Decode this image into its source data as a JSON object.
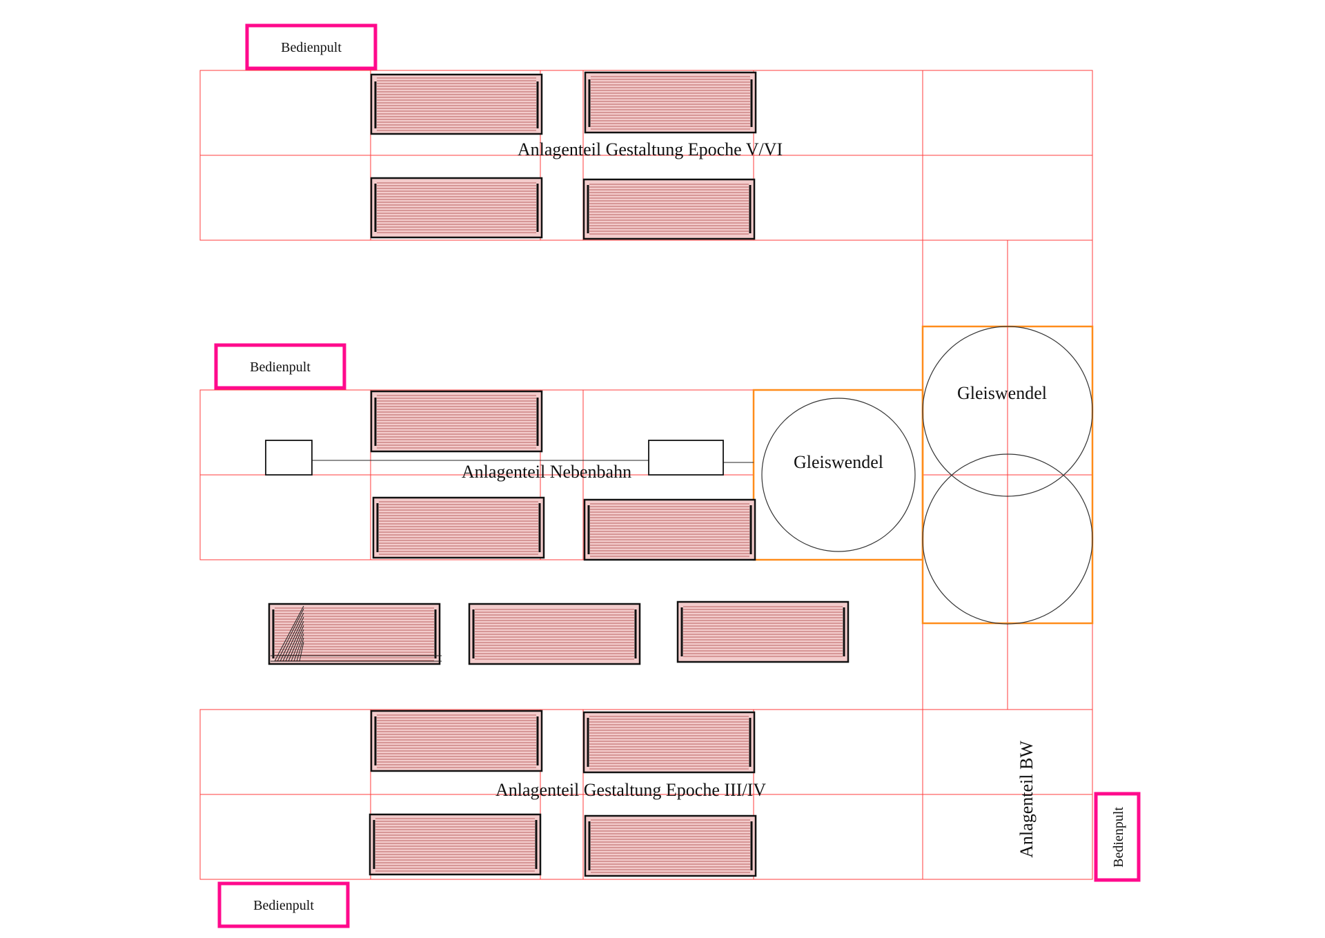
{
  "sections": {
    "epoche_vvi": "Anlagenteil Gestaltung Epoche V/VI",
    "nebenbahn": "Anlagenteil Nebenbahn",
    "epoche_iiiiv": "Anlagenteil Gestaltung Epoche III/IV",
    "bw": "Anlagenteil BW"
  },
  "helix": {
    "label_left": "Gleiswendel",
    "label_right": "Gleiswendel"
  },
  "consoles": {
    "top": "Bedienpult",
    "middle": "Bedienpult",
    "bottom": "Bedienpult",
    "right": "Bedienpult"
  },
  "colors": {
    "grid": "#ff3b3b",
    "helix_zone": "#ff8c1a",
    "console_border": "#ff0a8c",
    "module_fill": "#f3cccc"
  }
}
